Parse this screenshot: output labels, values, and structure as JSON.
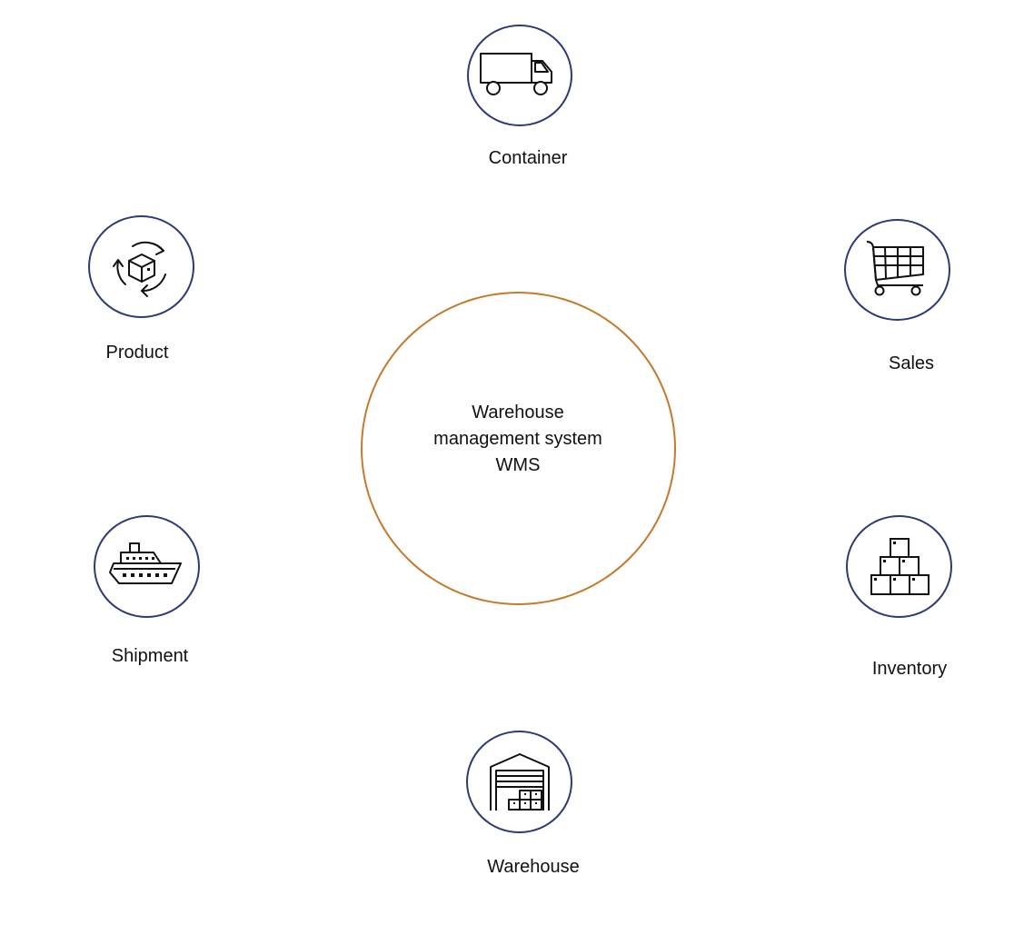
{
  "center": {
    "lines": [
      "Warehouse",
      "management system",
      "WMS"
    ],
    "border_color": "#c47a2c"
  },
  "nodes": [
    {
      "label": "Container",
      "icon": "truck-icon"
    },
    {
      "label": "Sales",
      "icon": "shopping-cart-icon"
    },
    {
      "label": "Inventory",
      "icon": "stacked-boxes-icon"
    },
    {
      "label": "Warehouse",
      "icon": "warehouse-icon"
    },
    {
      "label": "Shipment",
      "icon": "ship-icon"
    },
    {
      "label": "Product",
      "icon": "product-cycle-icon"
    }
  ],
  "colors": {
    "node_border": "#2e3a78",
    "icon_stroke": "#111111"
  }
}
